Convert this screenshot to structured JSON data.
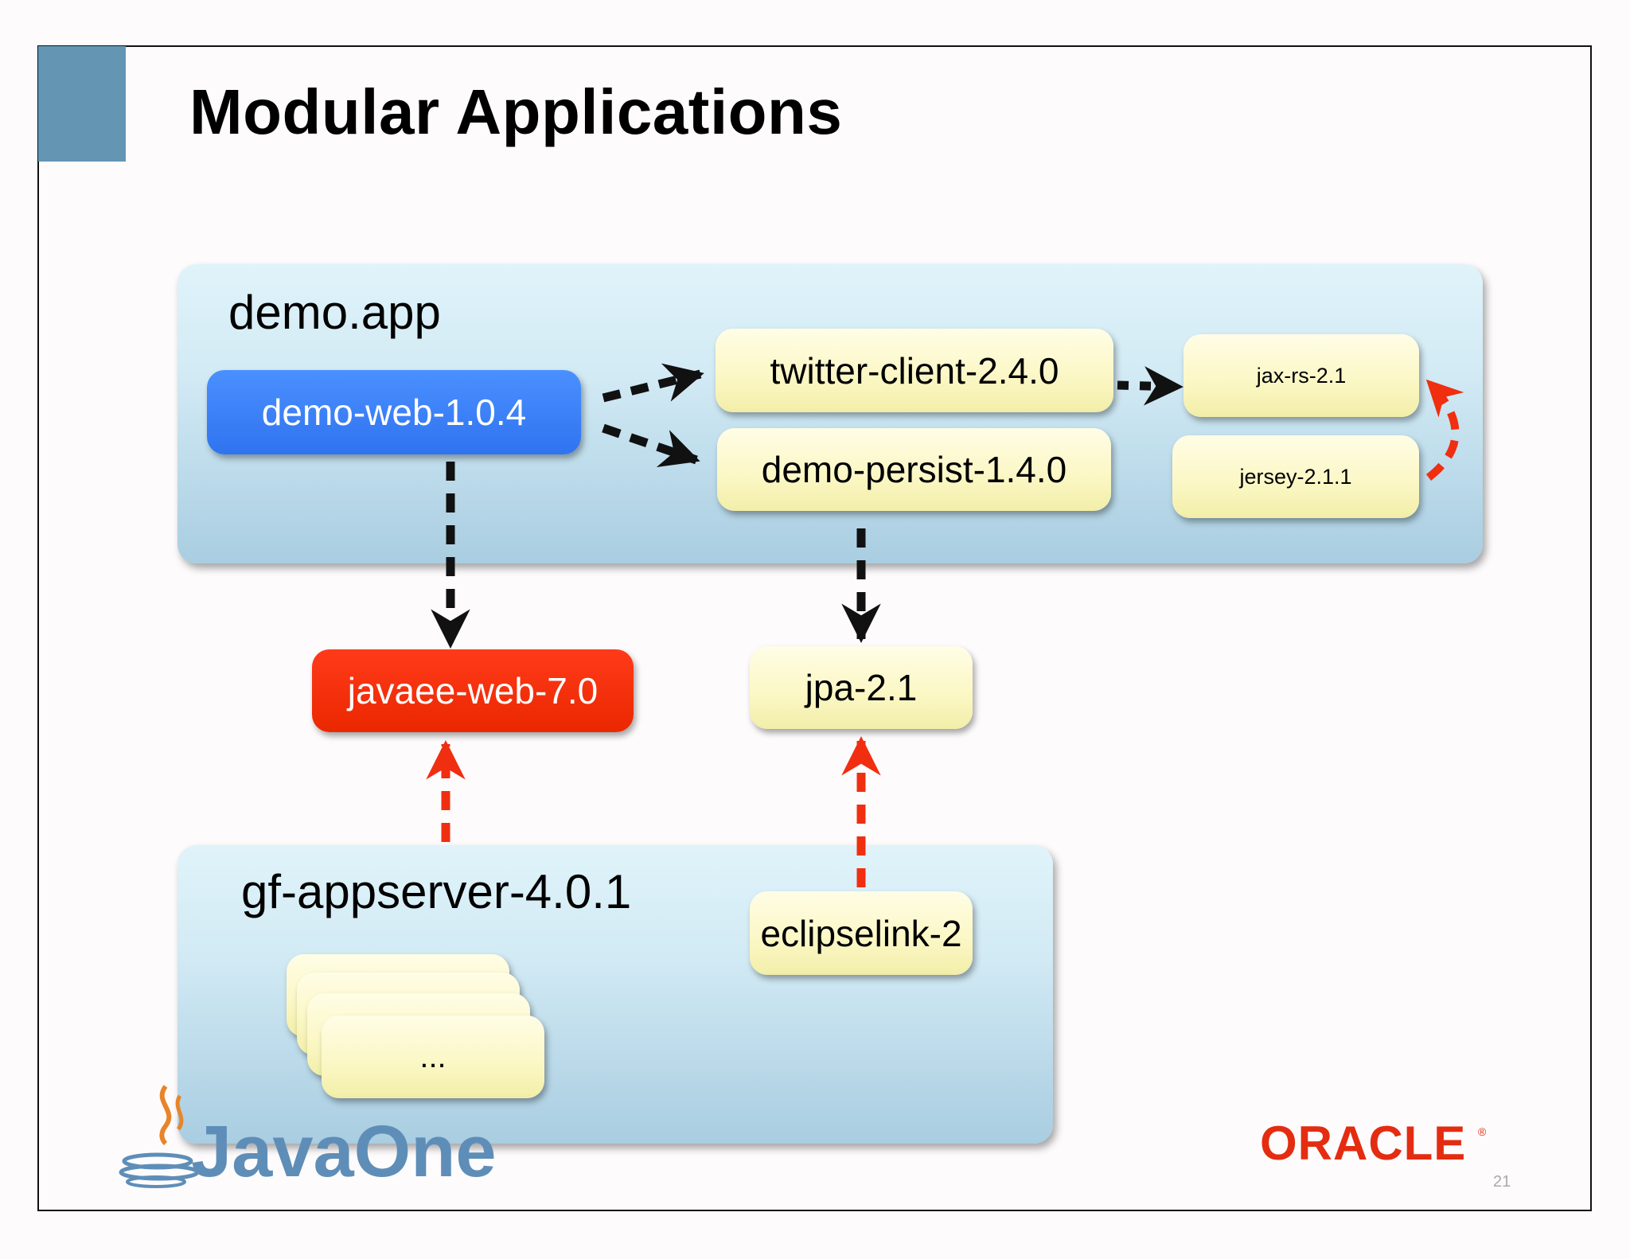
{
  "title": "Modular Applications",
  "containers": {
    "demo_app": "demo.app",
    "gf_appserver": "gf-appserver-4.0.1"
  },
  "modules": {
    "demo_web": "demo-web-1.0.4",
    "twitter_client": "twitter-client-2.4.0",
    "demo_persist": "demo-persist-1.4.0",
    "jax_rs": "jax-rs-2.1",
    "jersey": "jersey-2.1.1",
    "javaee_web": "javaee-web-7.0",
    "jpa": "jpa-2.1",
    "eclipselink": "eclipselink-2",
    "more": "..."
  },
  "edges": [
    {
      "from": "demo-web-1.0.4",
      "to": "twitter-client-2.4.0",
      "kind": "requires"
    },
    {
      "from": "demo-web-1.0.4",
      "to": "demo-persist-1.4.0",
      "kind": "requires"
    },
    {
      "from": "twitter-client-2.4.0",
      "to": "jax-rs-2.1",
      "kind": "requires"
    },
    {
      "from": "jersey-2.1.1",
      "to": "jax-rs-2.1",
      "kind": "provides"
    },
    {
      "from": "demo-web-1.0.4",
      "to": "javaee-web-7.0",
      "kind": "requires"
    },
    {
      "from": "demo-persist-1.4.0",
      "to": "jpa-2.1",
      "kind": "requires"
    },
    {
      "from": "gf-appserver-4.0.1",
      "to": "javaee-web-7.0",
      "kind": "provides"
    },
    {
      "from": "eclipselink-2",
      "to": "jpa-2.1",
      "kind": "provides"
    }
  ],
  "colors": {
    "requires_edge": "#111111",
    "provides_edge": "#f02e10",
    "app_module": "#3079f4",
    "platform_module": "#f03010",
    "library_module": "#fbf7c4",
    "corner_block": "#6496b4",
    "oracle": "#e42c11"
  },
  "footer": {
    "javaone": "JavaOne",
    "oracle": "ORACLE",
    "oracle_mark": "®",
    "page": "21"
  }
}
